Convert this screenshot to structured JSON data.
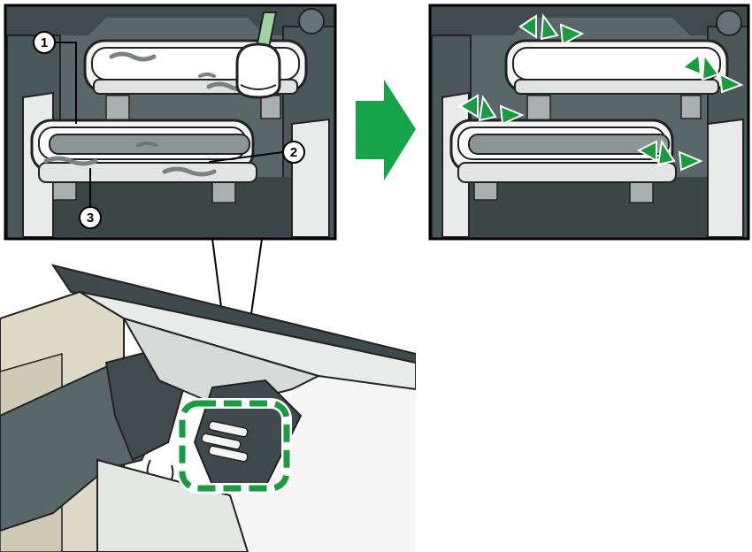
{
  "callouts": {
    "c1": "1",
    "c2": "2",
    "c3": "3"
  },
  "colors": {
    "accent_green": "#1a9b3f",
    "arrow_green": "#16a34a",
    "dark_machine": "#4a5758",
    "mid_machine": "#6f7a7b",
    "light_part": "#eef0ef",
    "beige": "#ddd9c6",
    "swab_green": "#9fd3a5"
  },
  "icons": {
    "process_arrow": "arrow-right-icon",
    "motion_marks": "triangle-arrow-icon",
    "highlight_box": "dashed-rounded-rect-icon"
  }
}
